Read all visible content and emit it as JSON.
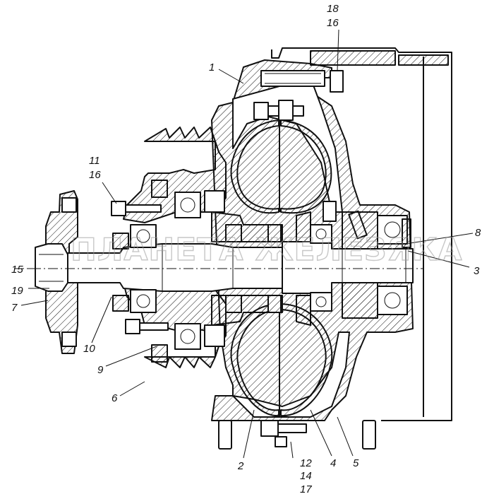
{
  "watermark": "ПЛАНЕТА ЖЕЛЕЗЯКА",
  "callouts": {
    "c1": "1",
    "c2": "2",
    "c3": "3",
    "c4": "4",
    "c5": "5",
    "c6": "6",
    "c7": "7",
    "c8": "8",
    "c9": "9",
    "c10": "10",
    "c11": "11",
    "c12": "12",
    "c14": "14",
    "c15": "15",
    "c16_top": "16",
    "c16_left": "16",
    "c17": "17",
    "c18": "18",
    "c19": "19"
  },
  "colors": {
    "ink": "#111111",
    "paper": "#ffffff",
    "watermark": "#9a9a9a"
  }
}
